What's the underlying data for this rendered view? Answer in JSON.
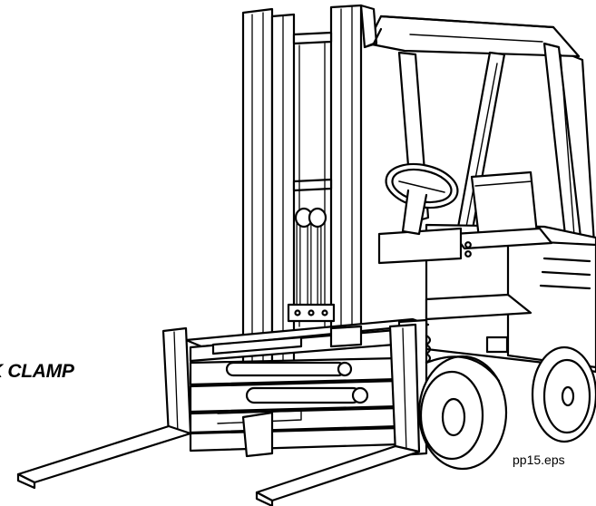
{
  "illustration": {
    "subject": "forklift-with-fork-clamp",
    "caption": "K CLAMP",
    "file_label": "pp15.eps",
    "line_color": "#000000",
    "fill_color": "#ffffff"
  }
}
